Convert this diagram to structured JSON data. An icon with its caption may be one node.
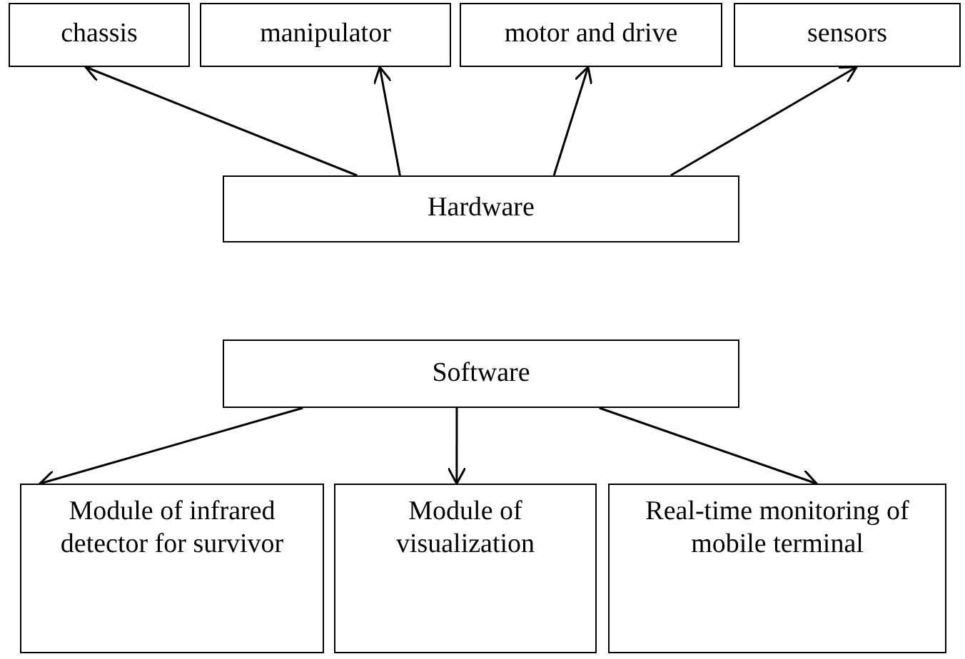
{
  "diagram": {
    "nodes": [
      {
        "text": [
          "chassis"
        ]
      },
      {
        "text": [
          "manipulator"
        ]
      },
      {
        "text": [
          "motor and drive"
        ]
      },
      {
        "text": [
          "sensors"
        ]
      },
      {
        "text": [
          "Hardware"
        ]
      },
      {
        "text": [
          "Software"
        ]
      },
      {
        "text": [
          "Module of infrared detector for survivor"
        ]
      },
      {
        "text": [
          "Module of visualization"
        ]
      },
      {
        "text": [
          "Real-time monitoring of mobile terminal"
        ]
      }
    ],
    "edges": [
      {
        "from": 4,
        "to": 0,
        "arrow": "to"
      },
      {
        "from": 4,
        "to": 1,
        "arrow": "to"
      },
      {
        "from": 4,
        "to": 2,
        "arrow": "to"
      },
      {
        "from": 4,
        "to": 3,
        "arrow": "to"
      },
      {
        "from": 5,
        "to": 6,
        "arrow": "to"
      },
      {
        "from": 5,
        "to": 7,
        "arrow": "to"
      },
      {
        "from": 5,
        "to": 8,
        "arrow": "to"
      }
    ]
  }
}
